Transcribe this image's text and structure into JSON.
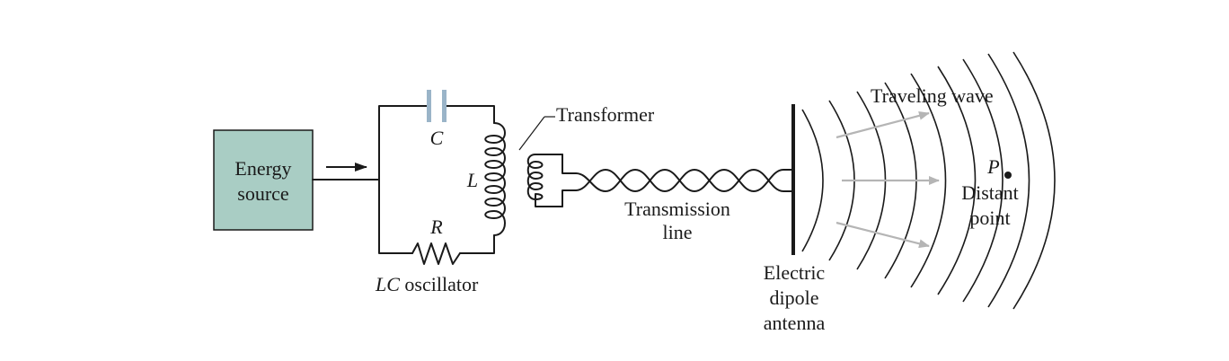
{
  "labels": {
    "energy_source_line1": "Energy",
    "energy_source_line2": "source",
    "capacitor": "C",
    "inductor": "L",
    "resistor": "R",
    "oscillator_italic": "LC",
    "oscillator_rest": " oscillator",
    "transformer": "Transformer",
    "transmission_line1": "Transmission",
    "transmission_line2": "line",
    "antenna_line1": "Electric",
    "antenna_line2": "dipole",
    "antenna_line3": "antenna",
    "traveling_wave": "Traveling wave",
    "point": "P",
    "distant_line1": "Distant",
    "distant_line2": "point"
  },
  "colors": {
    "energy_box_fill": "#a9cdc4",
    "capacitor_plates": "#9ab4c8",
    "ink": "#1a1a1a",
    "ray_arrows": "#b5b5b5"
  }
}
